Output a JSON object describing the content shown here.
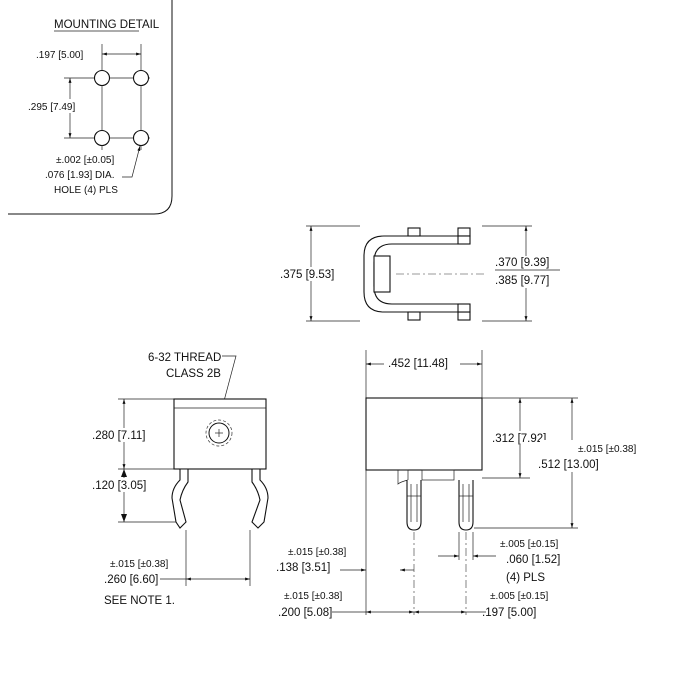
{
  "mounting_detail": {
    "title": "MOUNTING DETAIL",
    "h_spacing": ".197 [5.00]",
    "v_spacing": ".295 [7.49]",
    "hole_tol": "±.002 [±0.05]",
    "hole_dia": ".076 [1.93] DIA.",
    "hole_qty": "HOLE (4) PLS"
  },
  "top_view": {
    "overall_width": ".375 [9.53]",
    "inner_min": ".370 [9.39]",
    "inner_max": ".385 [9.77]"
  },
  "front_view": {
    "thread_line1": "6-32 THREAD",
    "thread_line2": "CLASS 2B",
    "body_height": ".280 [7.11]",
    "lead_height": ".120 [3.05]",
    "lead_span_tol": "±.015 [±0.38]",
    "lead_span": ".260 [6.60]",
    "note": "SEE NOTE 1."
  },
  "side_view": {
    "width": ".452 [11.48]",
    "body_height": ".312 [7.92]",
    "total_height_tol": "±.015 [±0.38]",
    "total_height": ".512 [13.00]",
    "pin_offset_tol": "±.015 [±0.38]",
    "pin_offset": ".138 [3.51]",
    "pin_width_tol": "±.005 [±0.15]",
    "pin_width": ".060 [1.52]",
    "pin_qty": "(4) PLS",
    "pin_pitch_a_tol": "±.015 [±0.38]",
    "pin_pitch_a": ".200 [5.08]",
    "pin_pitch_b_tol": "±.005 [±0.15]",
    "pin_pitch_b": ".197 [5.00]"
  }
}
